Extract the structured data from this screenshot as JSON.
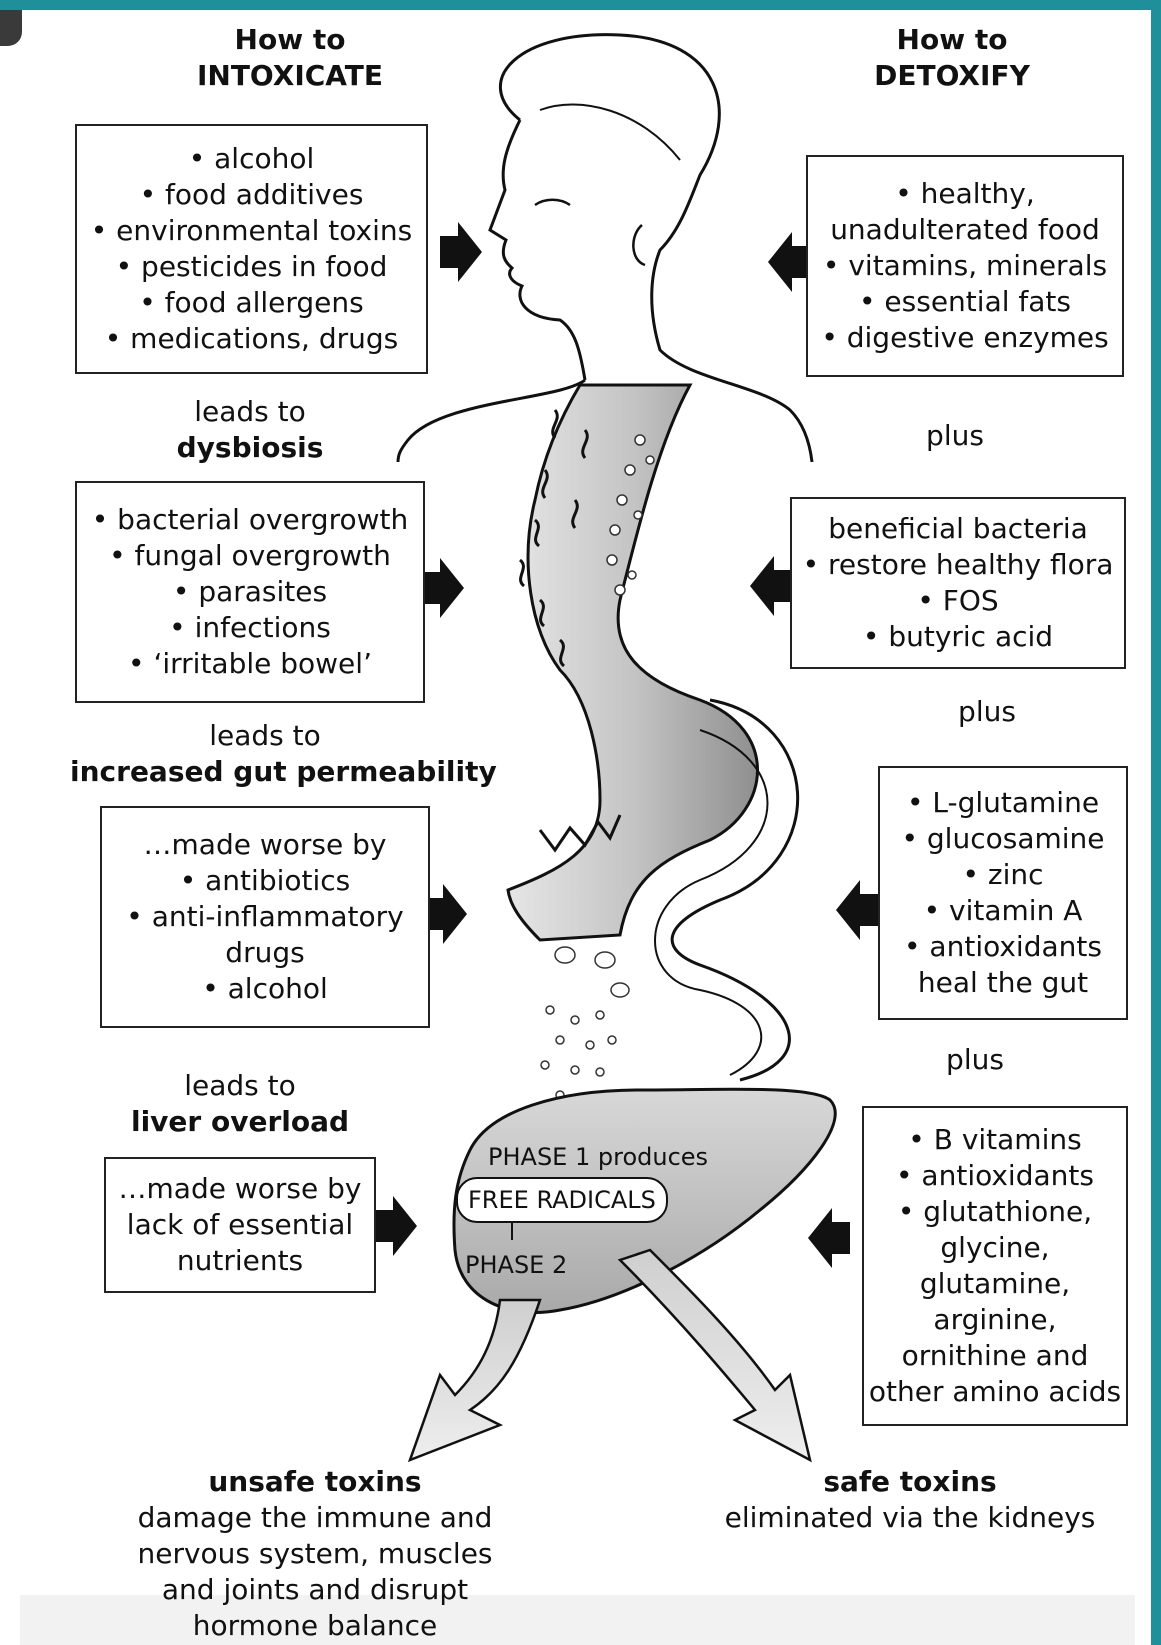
{
  "left": {
    "heading": [
      "How to",
      "INTOXICATE"
    ],
    "intox_box": [
      "• alcohol",
      "• food additives",
      "• environmental toxins",
      "• pesticides in food",
      "• food allergens",
      "• medications, drugs"
    ],
    "leads1": [
      "leads to",
      "dysbiosis"
    ],
    "dysbiosis_box": [
      "• bacterial overgrowth",
      "• fungal overgrowth",
      "• parasites",
      "• infections",
      "• ‘irritable bowel’"
    ],
    "leads2": [
      "leads to",
      "increased gut permeability"
    ],
    "perm_box": [
      "…made worse by",
      "• antibiotics",
      "• anti-inflammatory",
      "drugs",
      "• alcohol"
    ],
    "leads3": [
      "leads to",
      "liver overload"
    ],
    "liver_box": [
      "…made worse by",
      "lack of essential",
      "nutrients"
    ]
  },
  "right": {
    "heading": [
      "How to",
      "DETOXIFY"
    ],
    "detox_box": [
      "• healthy,",
      "unadulterated food",
      "• vitamins, minerals",
      "• essential fats",
      "• digestive enzymes"
    ],
    "plus1": "plus",
    "bacteria_box": [
      "beneficial bacteria",
      "• restore healthy flora",
      "• FOS",
      "• butyric acid"
    ],
    "plus2": "plus",
    "gut_box": [
      "• L-glutamine",
      "• glucosamine",
      "• zinc",
      "• vitamin A",
      "• antioxidants",
      "heal the gut"
    ],
    "plus3": "plus",
    "liver_box": [
      "• B vitamins",
      "• antioxidants",
      "• glutathione,",
      "glycine,",
      "glutamine,",
      "arginine,",
      "ornithine and",
      "other amino acids"
    ]
  },
  "liver": {
    "phase1": "PHASE 1 produces",
    "free_radicals": "FREE RADICALS",
    "phase2": "PHASE 2"
  },
  "outcomes": {
    "unsafe_title": "unsafe toxins",
    "unsafe_desc": [
      "damage the immune and",
      "nervous system, muscles",
      "and joints and disrupt",
      "hormone balance"
    ],
    "safe_title": "safe toxins",
    "safe_desc": "eliminated via the kidneys"
  },
  "colors": {
    "frame_accent": "#1f8f9a",
    "gut_fill": "#b5b5b5",
    "liver_fill": "#bdbdbd",
    "arrow_fill": "#111111"
  }
}
